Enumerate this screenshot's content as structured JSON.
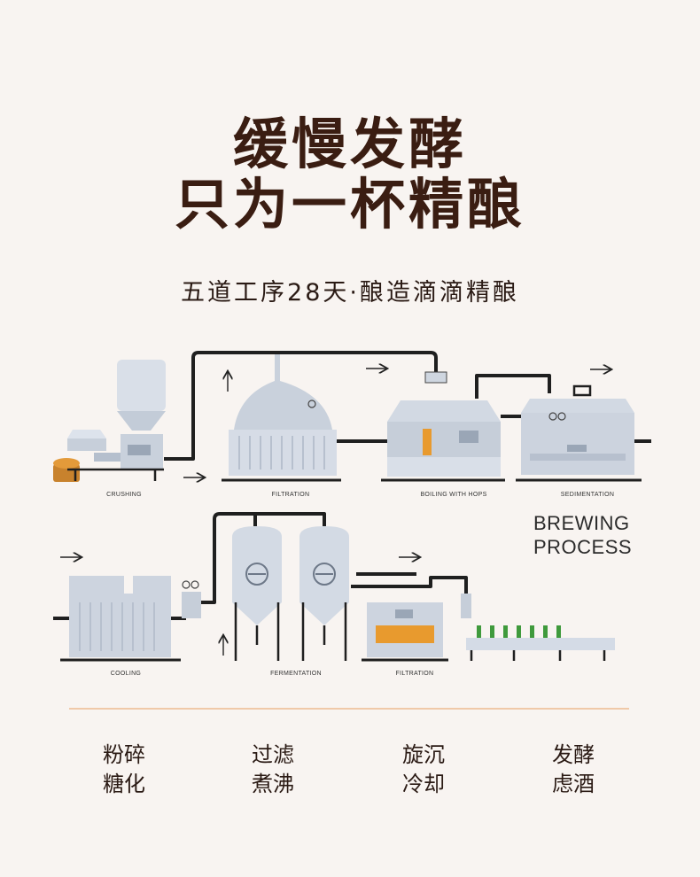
{
  "header": {
    "title_line1": "缓慢发酵",
    "title_line2": "只为一杯精酿",
    "subtitle": "五道工序28天·酿造滴滴精酿"
  },
  "diagram": {
    "labels": {
      "crushing": "CRUSHING",
      "filtration": "FILTRATION",
      "boiling": "BOILING WITH HOPS",
      "sedimentation": "SEDIMENTATION",
      "cooling": "COOLING",
      "fermentation": "FERMENTATION",
      "filtration2": "FILTRATION"
    },
    "process_title_line1": "BREWING",
    "process_title_line2": "PROCESS",
    "colors": {
      "machine": "#d4dbe6",
      "machine_dark": "#b5bfcd",
      "pipe": "#1f1f1f",
      "accent_orange": "#e89a2e",
      "bottle_green": "#3f9a3c"
    }
  },
  "steps": [
    {
      "line1": "粉碎",
      "line2": "糖化"
    },
    {
      "line1": "过滤",
      "line2": "煮沸"
    },
    {
      "line1": "旋沉",
      "line2": "冷却"
    },
    {
      "line1": "发酵",
      "line2": "虑酒"
    }
  ]
}
